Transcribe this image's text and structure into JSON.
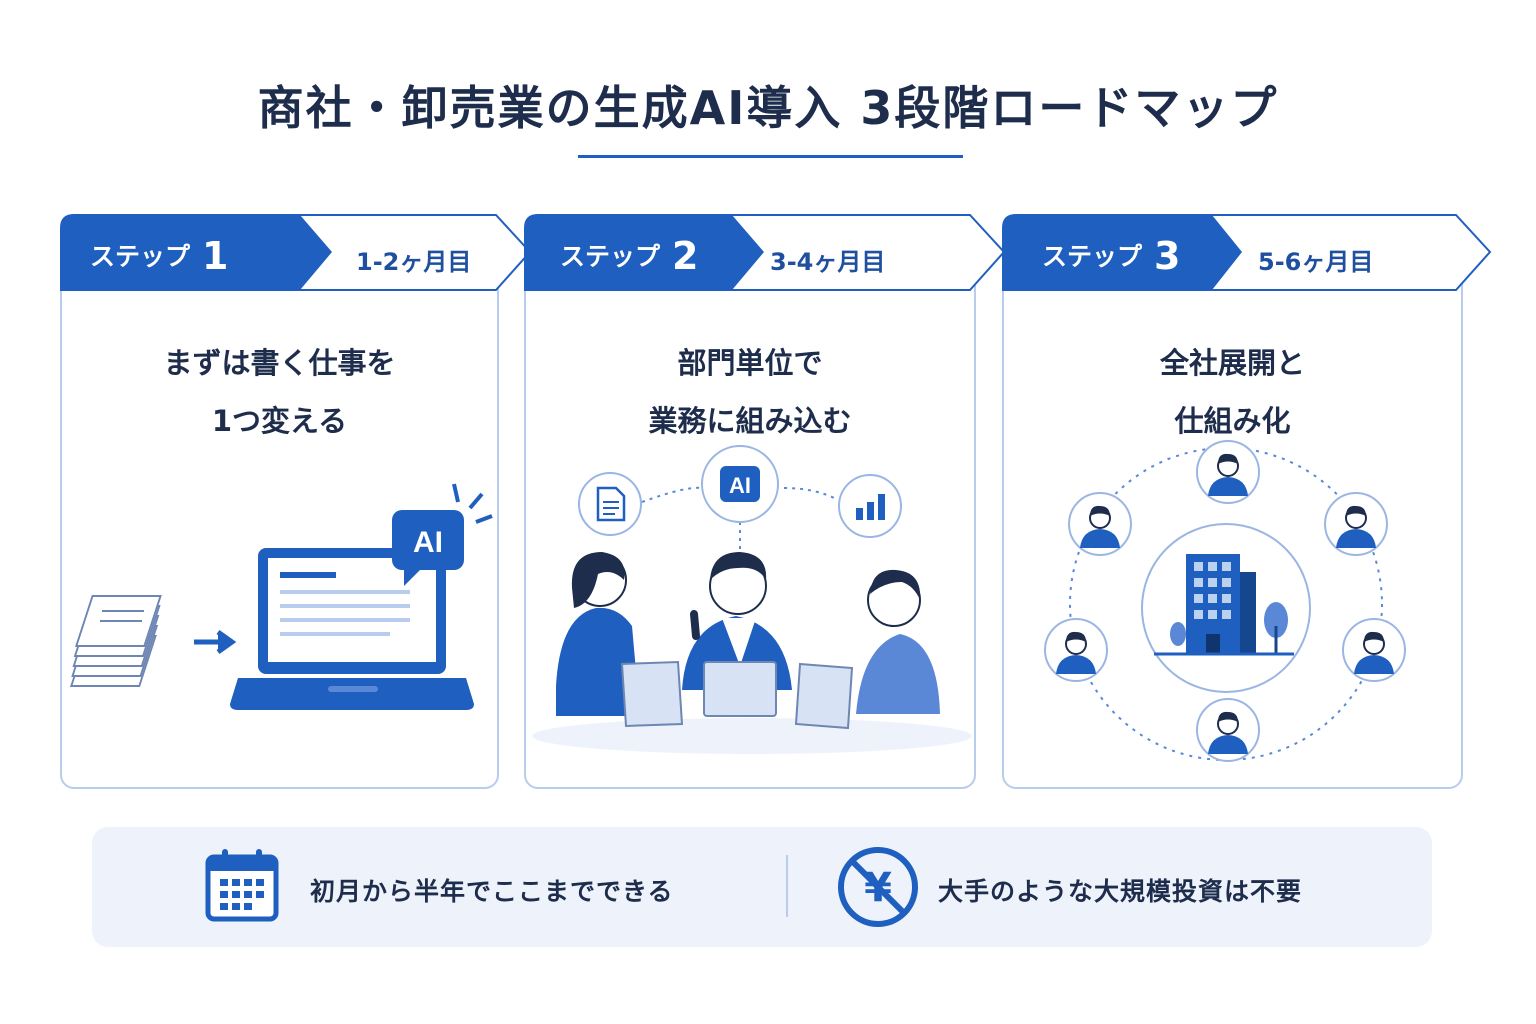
{
  "title": "商社・卸売業の生成AI導入 3段階ロードマップ",
  "colors": {
    "primary": "#1f5fbf",
    "dark_text": "#1f2d4d",
    "border": "#b8cdee",
    "panel": "#eef3fb"
  },
  "steps": [
    {
      "label": "ステップ",
      "number": "1",
      "period": "1-2ヶ月目",
      "title_line1": "まずは書く仕事を",
      "title_line2": "1つ変える",
      "illustration": {
        "icons": [
          "document-stack-icon",
          "arrow-right-icon",
          "laptop-icon"
        ],
        "badge": "AI"
      }
    },
    {
      "label": "ステップ",
      "number": "2",
      "period": "3-4ヶ月目",
      "title_line1": "部門単位で",
      "title_line2": "業務に組み込む",
      "illustration": {
        "icons": [
          "document-icon",
          "bar-chart-icon",
          "team-meeting-icon"
        ],
        "badge": "AI"
      }
    },
    {
      "label": "ステップ",
      "number": "3",
      "period": "5-6ヶ月目",
      "title_line1": "全社展開と",
      "title_line2": "仕組み化",
      "illustration": {
        "icons": [
          "office-building-icon",
          "person-avatar-icon"
        ]
      }
    }
  ],
  "footer": {
    "left_icon": "calendar-icon",
    "left_text": "初月から半年でここまでできる",
    "right_icon": "no-yen-icon",
    "right_text": "大手のような大規模投資は不要"
  }
}
